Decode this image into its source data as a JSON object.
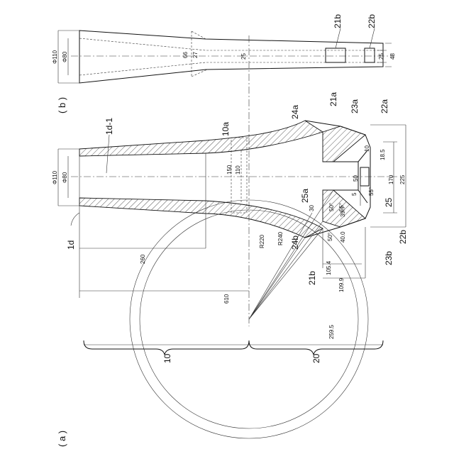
{
  "panel_a": {
    "caption": "( a )",
    "labels": {
      "l_1d": "1d",
      "l_1d1": "1d-1",
      "l_10a": "10a",
      "l_24a": "24a",
      "l_21a": "21a",
      "l_23a": "23a",
      "l_22a": "22a",
      "l_25a": "25a",
      "l_25": "25",
      "l_24b": "24b",
      "l_21b": "21b",
      "l_23b": "23b",
      "l_22b": "22b",
      "l_10": "10",
      "l_20": "20"
    },
    "dims": {
      "d_phi110": "Φ110",
      "d_phi80": "Φ80",
      "d_260": "260",
      "d_610": "610",
      "d_150": "150",
      "d_110": "110",
      "d_r220": "R220",
      "d_r240": "R240",
      "d_30": "30",
      "d_50deg_a": "50°",
      "d_55deg_a": "55°",
      "d_50deg_b": "50°",
      "d_400": "40.0",
      "d_397": "39.7",
      "d_1054": "105.4",
      "d_1099": "109.9",
      "d_2595": "259.5",
      "d_10": "10",
      "d_185": "18.5",
      "d_50": "50",
      "d_5": "5",
      "d_55deg_b": "55°",
      "d_170": "170",
      "d_225": "225"
    }
  },
  "panel_b": {
    "caption": "( b )",
    "labels": {
      "l_21b": "21b",
      "l_22b": "22b"
    },
    "dims": {
      "d_phi110": "Φ110",
      "d_phi80": "Φ80",
      "d_66": "66",
      "d_27": "27",
      "d_25a": "25",
      "d_25b": "25",
      "d_48": "48"
    }
  }
}
